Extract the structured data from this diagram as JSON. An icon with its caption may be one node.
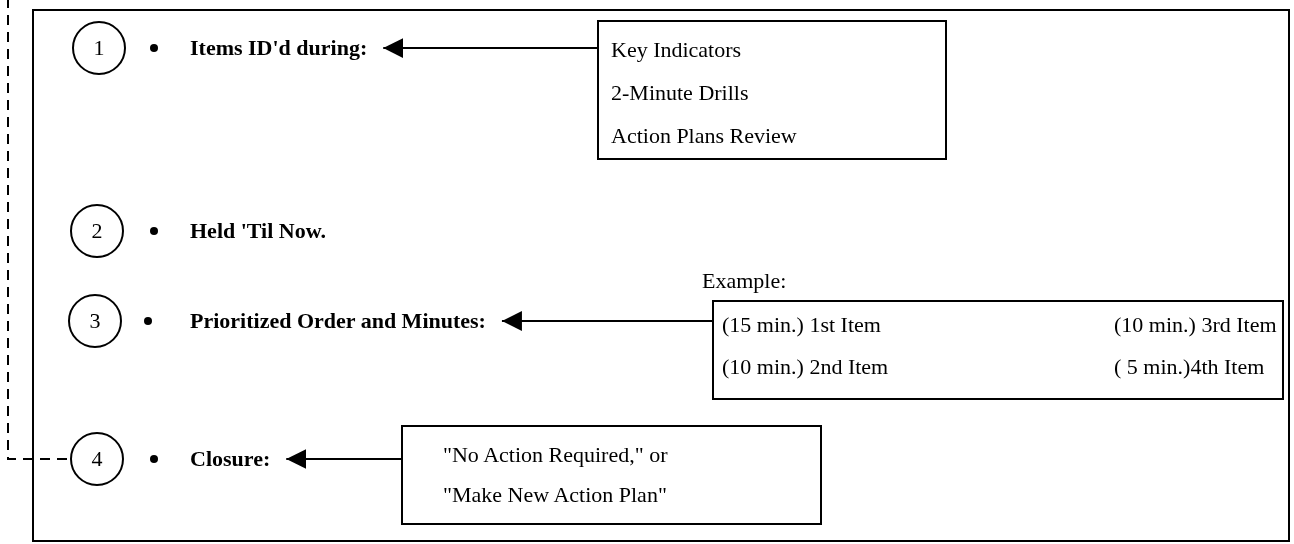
{
  "diagram": {
    "nodes": [
      {
        "text": [],
        "shape": "box"
      },
      {
        "text": [
          "1"
        ],
        "in": 0
      },
      {
        "text": [
          "Items ID'd during:"
        ],
        "in": 0
      },
      {
        "text": [
          "Key Indicators",
          "2-Minute Drills",
          "Action Plans Review"
        ],
        "in": 0
      },
      {
        "text": [
          "2"
        ],
        "in": 0
      },
      {
        "text": [
          "Held 'Til Now."
        ],
        "in": 0
      },
      {
        "text": [
          "3"
        ],
        "in": 0
      },
      {
        "text": [
          "Prioritized Order and Minutes:"
        ],
        "in": 0
      },
      {
        "text": [
          "Example:",
          "(15 min.) 1st Item",
          "(10 min.) 3rd Item",
          "(10 min.) 2nd Item",
          "( 5 min.)4th Item"
        ],
        "in": 0
      },
      {
        "text": [
          "4"
        ],
        "in": 0
      },
      {
        "text": [
          "Closure:"
        ],
        "in": 0
      },
      {
        "text": [
          "\"No Action Required,\" or",
          "\"Make New Action Plan\""
        ],
        "in": 0
      }
    ],
    "edges": [
      {
        "from": 3,
        "to": 2,
        "arrow": "to"
      },
      {
        "from": 8,
        "to": 7,
        "arrow": "to"
      },
      {
        "from": 11,
        "to": 10,
        "arrow": "to"
      },
      {
        "from": null,
        "to": 9,
        "arrow": "none",
        "style": "dashed"
      }
    ]
  }
}
